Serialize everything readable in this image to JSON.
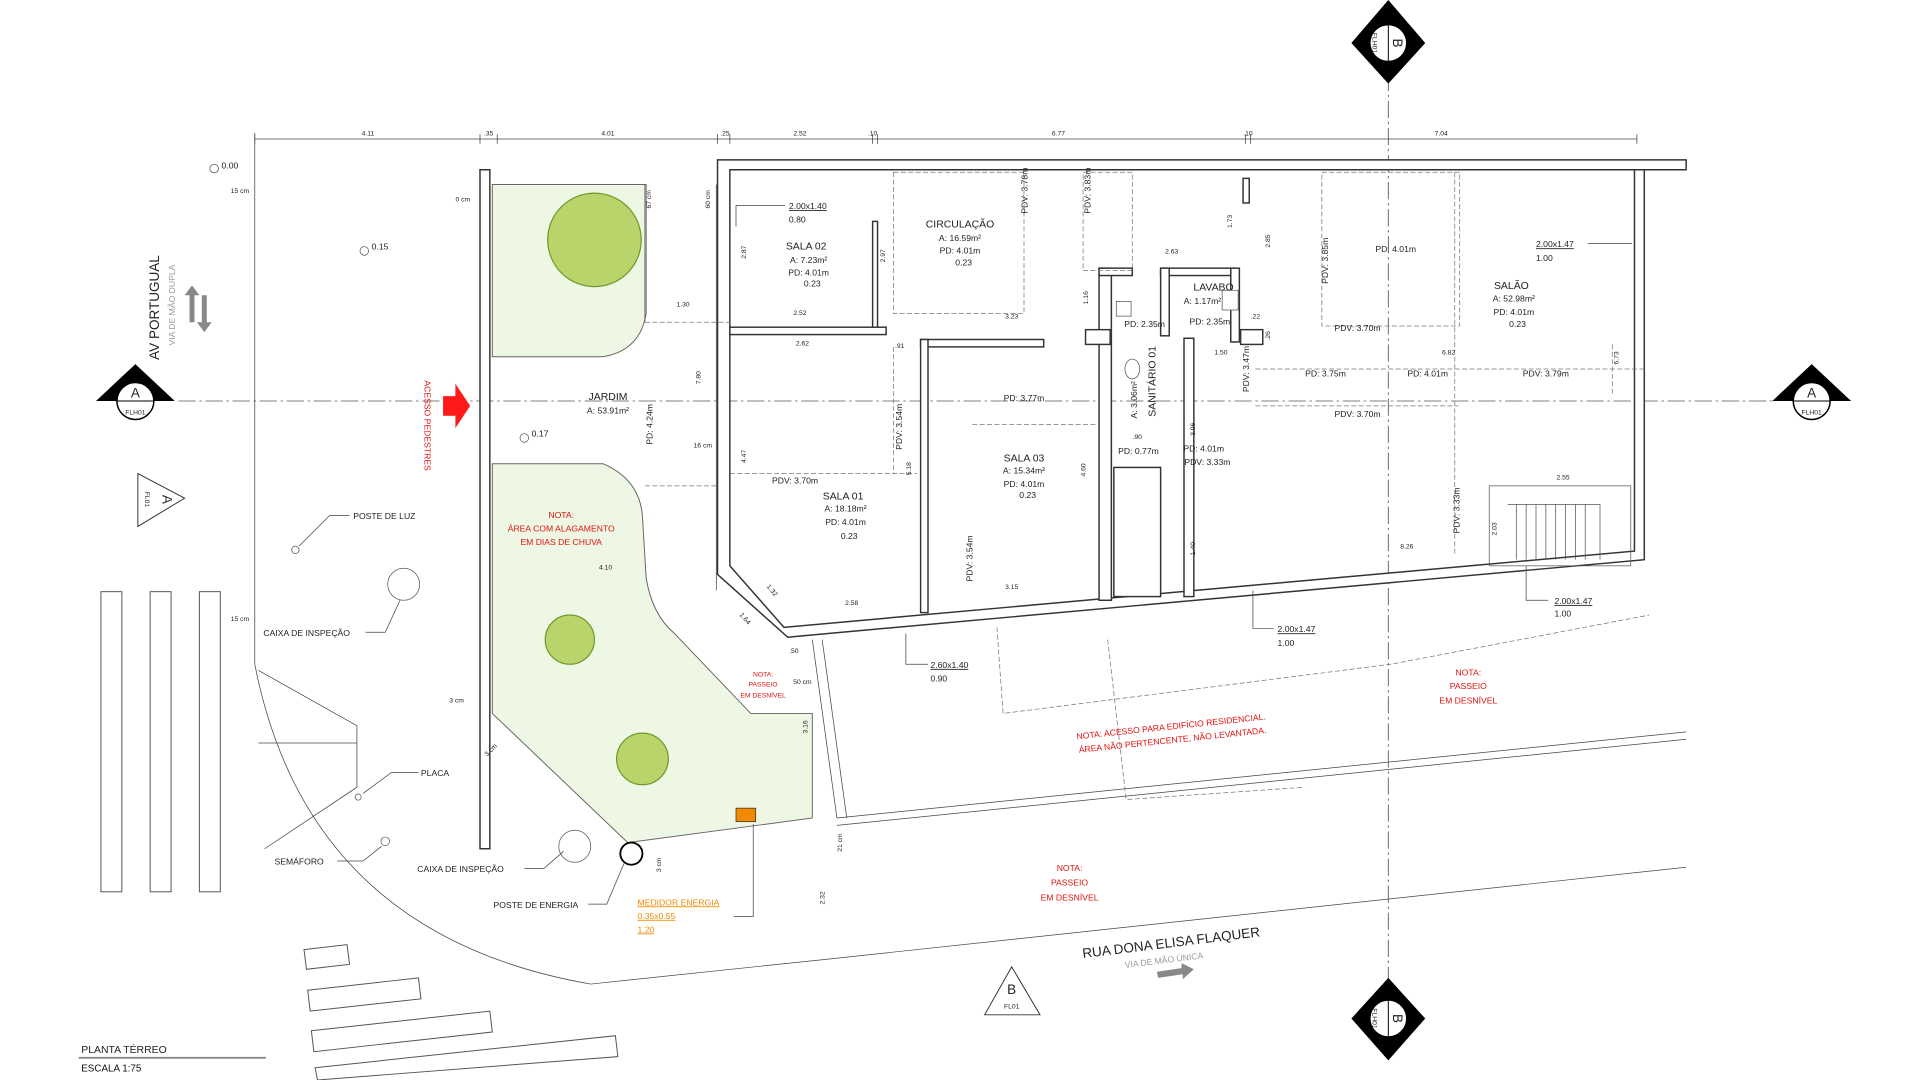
{
  "drawing": {
    "title": "PLANTA TÉRREO",
    "scale": "ESCALA 1:75"
  },
  "top_dimensions": [
    "4.11",
    ".35",
    "4.01",
    ".25",
    "2.52",
    ".10",
    "6.77",
    ".10",
    "7.04"
  ],
  "sections": {
    "a_left": {
      "letter": "A",
      "sheet": "FLH01"
    },
    "a_right": {
      "letter": "A",
      "sheet": "FLH01"
    },
    "b_top": {
      "letter": "B",
      "sheet": "FLH01"
    },
    "b_bottom": {
      "letter": "B",
      "sheet": "FLH01"
    },
    "a_small": {
      "letter": "A",
      "sheet": "FL01"
    },
    "b_small": {
      "letter": "B",
      "sheet": "FL01"
    }
  },
  "rooms": {
    "sala02": {
      "name": "SALA 02",
      "area": "A: 7.23m²",
      "pd": "PD: 4.01m",
      "level": "0.23"
    },
    "circulacao": {
      "name": "CIRCULAÇÃO",
      "area": "A: 16.59m²",
      "pd": "PD: 4.01m",
      "level": "0.23"
    },
    "jardim": {
      "name": "JARDIM",
      "area": "A: 53.91m²"
    },
    "sala01": {
      "name": "SALA 01",
      "area": "A: 18.18m²",
      "pd": "PD: 4.01m",
      "level": "0.23"
    },
    "sala03": {
      "name": "SALA 03",
      "area": "A: 15.34m²",
      "pd": "PD: 4.01m",
      "level": "0.23"
    },
    "lavabo": {
      "name": "LAVABO",
      "area": "A: 1.17m²",
      "pd": "PD: 2.35m"
    },
    "sanitario01": {
      "name": "SANITÁRIO 01",
      "area": "A: 3.06m²",
      "pd": "PD: 2.35m",
      "width": ".90",
      "pd2": "PD: 0.77m"
    },
    "salao": {
      "name": "SALÃO",
      "area": "A: 52.98m²",
      "pd": "PD: 4.01m",
      "level": "0.23"
    }
  },
  "heights": {
    "pd_401_top": "PD: 4.01m",
    "pd_375": "PD: 3.75m",
    "pd_401_mid": "PD: 4.01m",
    "pdv_379": "PDV: 3.79m",
    "pdv_370_a": "PDV: 3.70m",
    "pdv_370_b": "PDV: 3.70m",
    "pd_377": "PD: 3.77m",
    "pdv_370_c": "PDV: 3.70m",
    "pd_401_low": "PD: 4.01m",
    "pdv_333_low": "PDV: 3.33m",
    "pdv_378": "PDV: 3.78m",
    "pdv_383": "PDV: 3.83m",
    "pdv_385": "PDV: 3.85m",
    "pdv_347": "PDV: 3.47m",
    "pdv_354_a": "PDV: 3.54m",
    "pdv_354_b": "PDV: 3.54m",
    "pd_424": "PD: 4.24m",
    "pdv_333": "PDV: 3.33m"
  },
  "openings": [
    {
      "size": "2.00x1.40",
      "sill": "0.80"
    },
    {
      "size": "2.00x1.47",
      "sill": "1.00"
    },
    {
      "size": "2.00x1.47",
      "sill": "1.00"
    },
    {
      "size": "2.00x1.47",
      "sill": "1.00"
    },
    {
      "size": "2.60x1.40",
      "sill": "0.90"
    }
  ],
  "dims": {
    "d130": "1.30",
    "d252": "2.52",
    "d262": "2.62",
    "d91": ".91",
    "d323": "3.23",
    "d263": "2.63",
    "d173": "1.73",
    "d285": "2.85",
    "d116": "1.16",
    "d150": "1.50",
    "d22": ".22",
    "d26": ".26",
    "d682": "6.82",
    "d673": "6.73",
    "d780": "7.80",
    "d287": "2.87",
    "d297": "2.97",
    "d447": "4.47",
    "d518": "5.18",
    "d460": "4.60",
    "d306": "3.06",
    "d140": "1.40",
    "d255": "2.55",
    "d203": "2.03",
    "d826": "8.26",
    "d315": "3.15",
    "d258": "2.58",
    "d132": "1.32",
    "d164": "1.64",
    "d410": "4.10",
    "d50": ".50",
    "d316": "3.16",
    "d232": "2.32",
    "c21": "21 cm",
    "c3a": "3 cm",
    "c3b": "3 cm",
    "c3c": "3 cm",
    "c15a": "15 cm",
    "c15b": "15 cm",
    "c16": "16 cm",
    "c0": "0 cm",
    "c67": "67 cm",
    "c60": "60 cm",
    "c50": "50 cm"
  },
  "levels": {
    "l000": "0.00",
    "l015": "0.15",
    "l017": "0.17"
  },
  "streets": {
    "av": "AV PORTUGUAL",
    "av_sub": "VIA DE MÃO DUPLA",
    "rua": "RUA DONA ELISA FLAQUER",
    "rua_sub": "VIA DE MÃO ÚNICA"
  },
  "labels": {
    "acesso": "ACESSO PEDESTRES",
    "poste_luz": "POSTE DE LUZ",
    "caixa1": "CAIXA DE INSPEÇÃO",
    "placa": "PLACA",
    "semaforo": "SEMÁFORO",
    "caixa2": "CAIXA DE INSPEÇÃO",
    "poste_energia": "POSTE DE ENERGIA",
    "medidor": "MEDIDOR ENERGIA",
    "medidor_size": "0.35x0.55",
    "medidor_h": "1.20"
  },
  "notes": {
    "alag": [
      "NOTA:",
      "ÁREA COM ALAGAMENTO",
      "EM DIAS DE CHUVA"
    ],
    "passeio_small": [
      "NOTA:",
      "PASSEIO",
      "EM DESNÍVEL"
    ],
    "residencial": [
      "NOTA: ACESSO PARA EDIFÍCIO RESIDENCIAL.",
      "ÁREA NÃO PERTENCENTE, NÃO LEVANTADA."
    ],
    "passeio_right": [
      "NOTA:",
      "PASSEIO",
      "EM DESNÍVEL"
    ],
    "passeio_bottom": [
      "NOTA:",
      "PASSEIO",
      "EM DESNÍVEL"
    ]
  },
  "colors": {
    "note": "#e01010",
    "meter": "#f08a00",
    "garden": "#eef7e4",
    "tree": "#b9d46a"
  }
}
